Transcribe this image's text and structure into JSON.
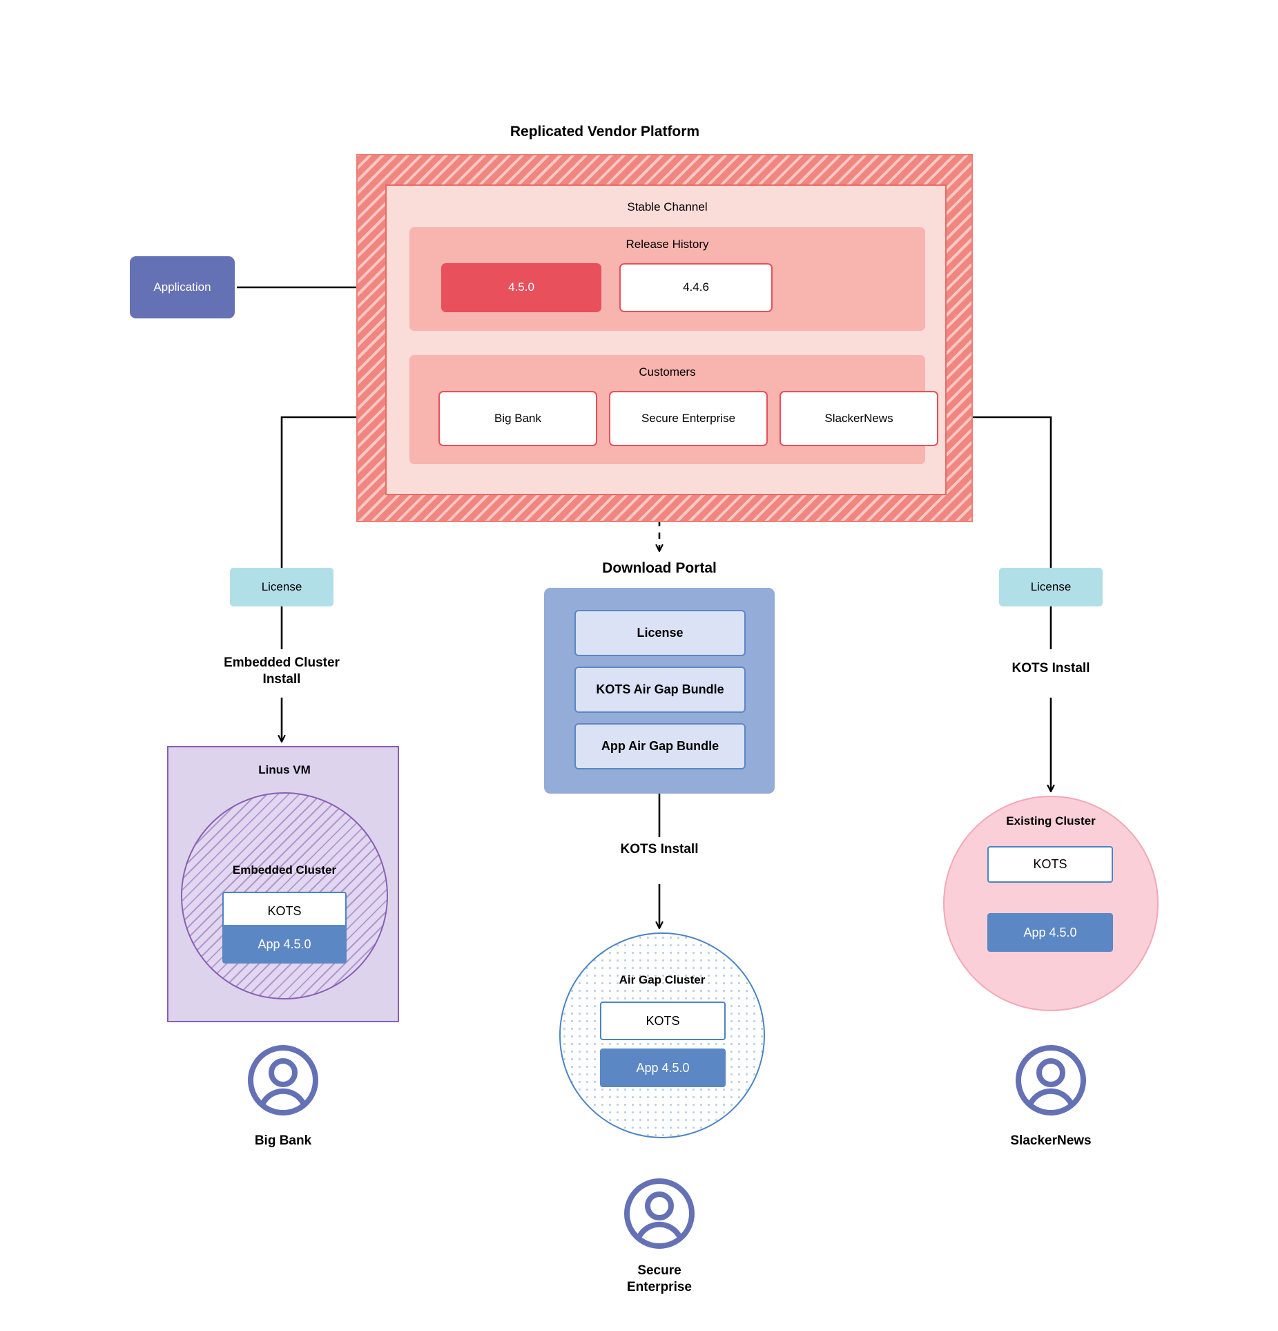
{
  "diagram": {
    "title": "Replicated Vendor Platform",
    "platform": {
      "channel_label": "Stable Channel",
      "release_history": {
        "label": "Release History",
        "releases": [
          {
            "version": "4.5.0",
            "state": "current"
          },
          {
            "version": "4.4.6",
            "state": "previous"
          }
        ]
      },
      "customers": {
        "label": "Customers",
        "items": [
          {
            "name": "Big Bank"
          },
          {
            "name": "Secure\nEnterprise"
          },
          {
            "name": "SlackerNews"
          }
        ]
      }
    },
    "application": {
      "label": "Application"
    },
    "license_left": {
      "label": "License"
    },
    "license_right": {
      "label": "License"
    },
    "download_portal": {
      "title": "Download  Portal",
      "items": [
        {
          "label": "License"
        },
        {
          "label": "KOTS Air Gap Bundle"
        },
        {
          "label": "App Air Gap Bundle"
        }
      ]
    },
    "install_labels": {
      "left": "Embedded Cluster\nInstall",
      "center": "KOTS Install",
      "right": "KOTS Install"
    },
    "targets": {
      "left": {
        "vm_label": "Linus VM",
        "cluster_label": "Embedded Cluster",
        "kots_label": "KOTS",
        "app_label": "App 4.5.0",
        "customer_label": "Big Bank"
      },
      "center": {
        "cluster_label": "Air Gap Cluster",
        "kots_label": "KOTS",
        "app_label": "App 4.5.0",
        "customer_label": "Secure\nEnterprise"
      },
      "right": {
        "cluster_label": "Existing Cluster",
        "kots_label": "KOTS",
        "app_label": "App 4.5.0",
        "customer_label": "SlackerNews"
      }
    },
    "colors": {
      "platform_red": "#f0867f",
      "channel_pink": "#fadcd9",
      "band_pink": "#f8b4ae",
      "release_active": "#e8505b",
      "app_purple": "#6571b5",
      "license_teal": "#b1dfe8",
      "portal_blue": "#93acd8",
      "portal_item": "#dbe2f5",
      "kots_border": "#4b84c4",
      "app_blue": "#5b87c5",
      "vm_purple": "#ddd3ec",
      "existing_pink": "#fbcfd8",
      "avatar_purple": "#6571b5"
    }
  }
}
